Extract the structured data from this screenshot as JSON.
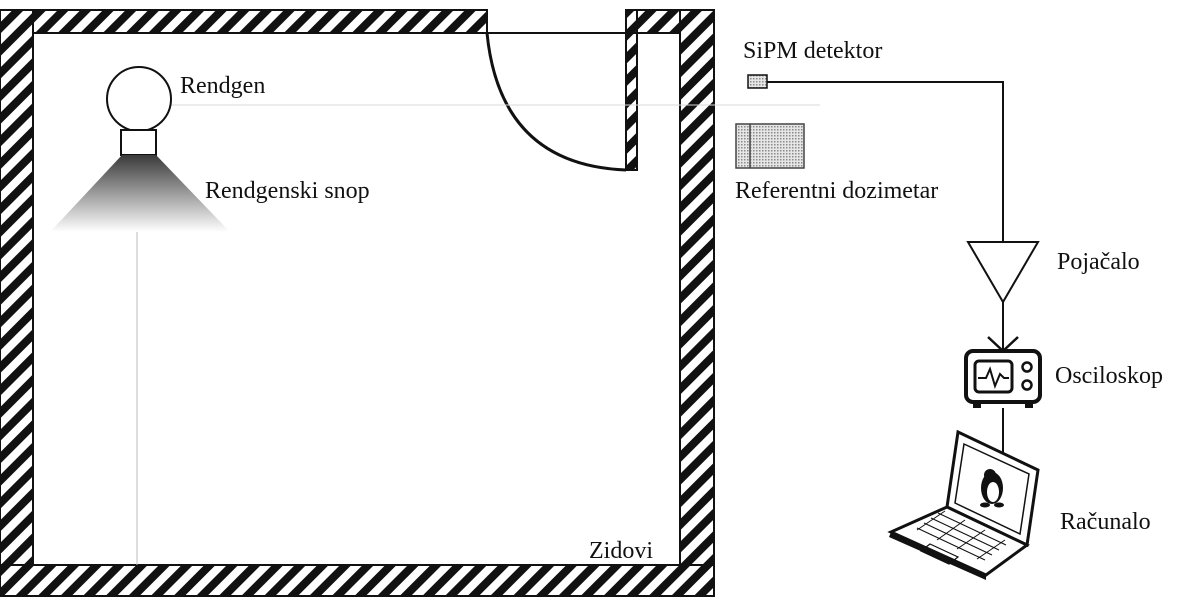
{
  "diagram": {
    "labels": {
      "rendgen": "Rendgen",
      "snop": "Rendgenski snop",
      "zidovi": "Zidovi",
      "sipm": "SiPM detektor",
      "dozimetar": "Referentni dozimetar",
      "pojacalo": "Pojačalo",
      "osciloskop": "Osciloskop",
      "racunalo": "Računalo"
    },
    "icons": {
      "xray_tube": "xray-tube-icon",
      "sipm": "sipm-detector-icon",
      "dosimeter": "reference-dosimeter-icon",
      "amplifier": "amplifier-triangle-icon",
      "oscilloscope": "oscilloscope-icon",
      "laptop": "laptop-icon"
    },
    "colors": {
      "stroke": "#111111",
      "beam": "#444444",
      "detector_fill": "#bdbdbd"
    }
  }
}
